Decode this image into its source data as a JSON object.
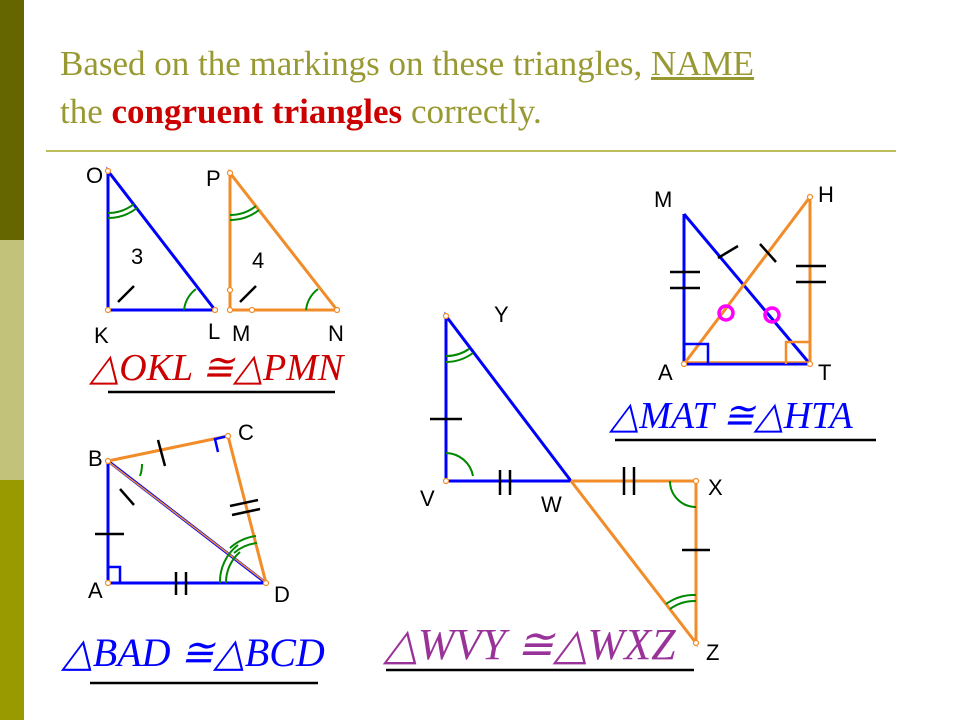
{
  "title": {
    "part1": "Based on the markings on these triangles,",
    "part2": "NAME",
    "part3": "the",
    "part4": "congruent triangles",
    "part5": "correctly."
  },
  "colors": {
    "blue": "#0000ff",
    "orange": "#f28c28",
    "green": "#008800",
    "red": "#cc0000",
    "purple": "#993399",
    "title": "#999933"
  },
  "figure1": {
    "vertices": {
      "o": "O",
      "k": "K",
      "l": "L",
      "p": "P",
      "m": "M",
      "n": "N"
    },
    "side_labels": {
      "s1": "3",
      "s2": "4"
    },
    "answer": "△OKL ≅△PMN"
  },
  "figure2": {
    "vertices": {
      "m": "M",
      "h": "H",
      "a": "A",
      "t": "T"
    },
    "answer": "△MAT ≅△HTA"
  },
  "figure3": {
    "vertices": {
      "b": "B",
      "c": "C",
      "a": "A",
      "d": "D"
    },
    "answer": "△BAD ≅△BCD"
  },
  "figure4": {
    "vertices": {
      "y": "Y",
      "v": "V",
      "w": "W",
      "x": "X",
      "z": "Z"
    },
    "answer": "△WVY ≅△WXZ"
  }
}
